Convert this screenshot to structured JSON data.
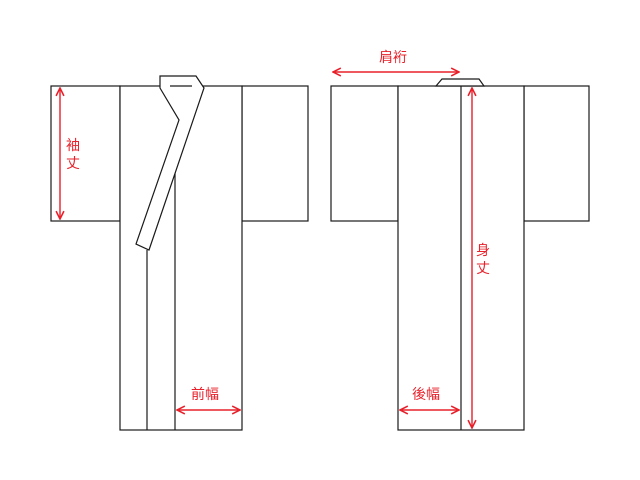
{
  "labels": {
    "sleeve_length": [
      "袖",
      "丈"
    ],
    "front_width": "前幅",
    "shoulder_width": "肩裄",
    "body_length": [
      "身",
      "丈"
    ],
    "back_width": "後幅"
  },
  "colors": {
    "outline": "#1a1a1a",
    "measure": "#e8202a",
    "background": "#ffffff"
  }
}
